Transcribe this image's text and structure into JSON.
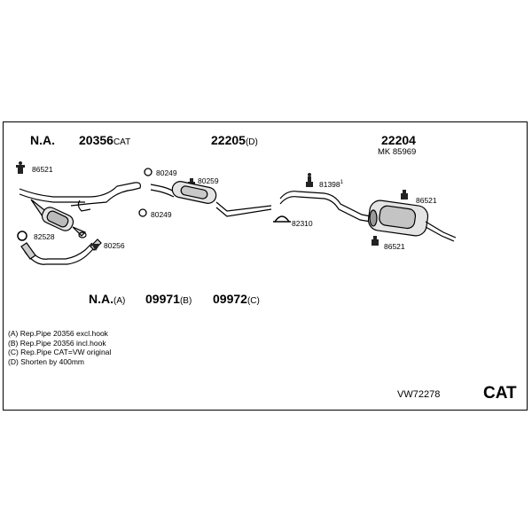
{
  "header": {
    "na_label": "N.A.",
    "part_1": "20356",
    "part_1_suffix": "CAT",
    "part_2": "22205",
    "part_2_suffix": "(D)",
    "part_3": "22204",
    "part_3_sub": "MK 85969"
  },
  "small_parts": {
    "p86521_a": "86521",
    "p80249_a": "80249",
    "p80259": "80259",
    "p80249_b": "80249",
    "p82528": "82528",
    "p80256": "80256",
    "p81398": "81398",
    "p81398_sup": "1",
    "p82310": "82310",
    "p86521_b": "86521",
    "p86521_c": "86521"
  },
  "variants": {
    "na": "N.A.",
    "na_suffix": "(A)",
    "v1": "09971",
    "v1_suffix": "(B)",
    "v2": "09972",
    "v2_suffix": "(C)"
  },
  "notes": [
    "(A) Rep.Pipe 20356 excl.hook",
    "(B) Rep.Pipe 20356 incl.hook",
    "(C) Rep.Pipe CAT=VW original",
    "(D) Shorten by 400mm"
  ],
  "reference": "VW72278",
  "category": "CAT"
}
